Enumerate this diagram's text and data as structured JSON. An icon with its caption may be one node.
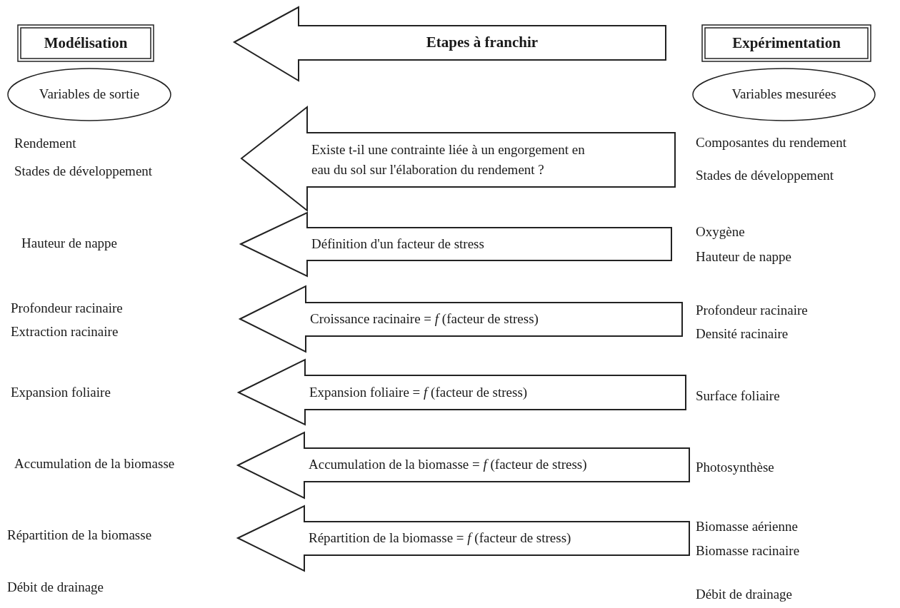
{
  "diagram": {
    "nodes": [
      {
        "text": [
          "Modélisation"
        ]
      },
      {
        "text": [
          "Etapes à franchir"
        ]
      },
      {
        "text": [
          "Expérimentation"
        ]
      },
      {
        "text": [
          "Variables de sortie"
        ]
      },
      {
        "text": [
          "Variables mesurées"
        ]
      },
      {
        "text": [
          "Existe t-il une contrainte liée à un engorgement en eau du sol sur l'élaboration du rendement ?"
        ]
      },
      {
        "text": [
          "Définition d'un facteur de stress"
        ]
      },
      {
        "text": [
          "Croissance racinaire = *f* (facteur de stress)"
        ]
      },
      {
        "text": [
          "Expansion foliaire = *f* (facteur de stress)"
        ]
      },
      {
        "text": [
          "Accumulation de la biomasse = *f* (facteur de stress)"
        ]
      },
      {
        "text": [
          "Répartition de la biomasse = *f* (facteur de stress)"
        ]
      }
    ],
    "labels": [
      "Rendement",
      "Composantes du rendement",
      "Stades de développement",
      "Stades de développement",
      "Oxygène",
      "Hauteur de nappe",
      "Hauteur de nappe",
      "Profondeur racinaire",
      "Profondeur racinaire",
      "Extraction racinaire",
      "Densité racinaire",
      "Expansion foliaire",
      "Surface foliaire",
      "Accumulation de la biomasse",
      "Photosynthèse",
      "Biomasse aérienne",
      "Répartition de la biomasse",
      "Biomasse racinaire",
      "Débit de drainage",
      "Débit de drainage"
    ]
  }
}
